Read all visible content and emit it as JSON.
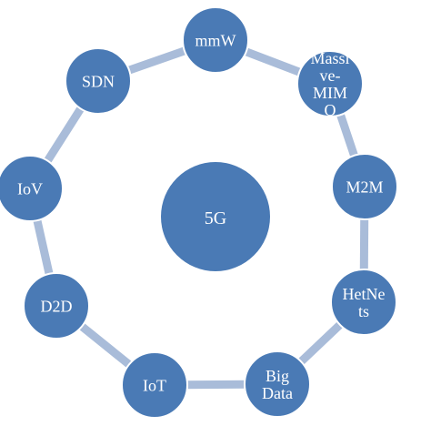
{
  "center": {
    "label": "5G"
  },
  "nodes": [
    {
      "id": "mmw",
      "lines": [
        "mmW"
      ]
    },
    {
      "id": "massive-mimo",
      "lines": [
        "Massi",
        "ve-",
        "MIM",
        "O"
      ]
    },
    {
      "id": "m2m",
      "lines": [
        "M2M"
      ]
    },
    {
      "id": "hetnets",
      "lines": [
        "HetNe",
        "ts"
      ]
    },
    {
      "id": "big-data",
      "lines": [
        "Big",
        "Data"
      ]
    },
    {
      "id": "iot",
      "lines": [
        "IoT"
      ]
    },
    {
      "id": "d2d",
      "lines": [
        "D2D"
      ]
    },
    {
      "id": "iov",
      "lines": [
        "IoV"
      ]
    },
    {
      "id": "sdn",
      "lines": [
        "SDN"
      ]
    }
  ],
  "colors": {
    "node_fill": "#4a7ab5",
    "node_stroke": "#ffffff",
    "ring": "#a9bcd9",
    "text": "#ffffff"
  }
}
